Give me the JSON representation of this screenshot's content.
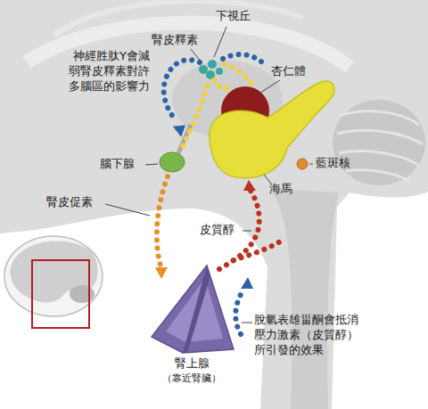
{
  "diagram": {
    "labels": [
      "下視丘",
      "腎皮釋素",
      "神經胜肽Y會減弱腎皮釋素對許多腦區的影響力",
      "杏仁體",
      "腦下腺",
      "藍斑核",
      "海馬",
      "腎皮促素",
      "皮質醇",
      "腎上腺",
      "（靠近腎臟）",
      "脫氫表雄甾酮會抵消壓力激素（皮質醇）所引發的效果"
    ]
  }
}
